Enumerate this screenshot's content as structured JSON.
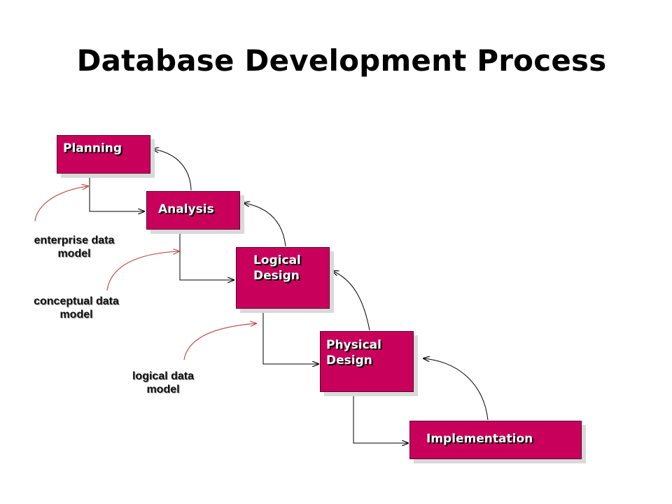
{
  "title": "Database Development Process",
  "stages": {
    "planning": "Planning",
    "analysis": "Analysis",
    "logical": "Logical Design",
    "physical": "Physical Design",
    "implementation": "Implementation"
  },
  "models": {
    "enterprise_line1": "enterprise data",
    "enterprise_line2": "model",
    "conceptual_line1": "conceptual data",
    "conceptual_line2": "model",
    "logical_line1": "logical data",
    "logical_line2": "model"
  },
  "colors": {
    "stage_fill": "#c8005c",
    "feedback_arrow": "#000000",
    "model_arrow": "#c0504d"
  }
}
